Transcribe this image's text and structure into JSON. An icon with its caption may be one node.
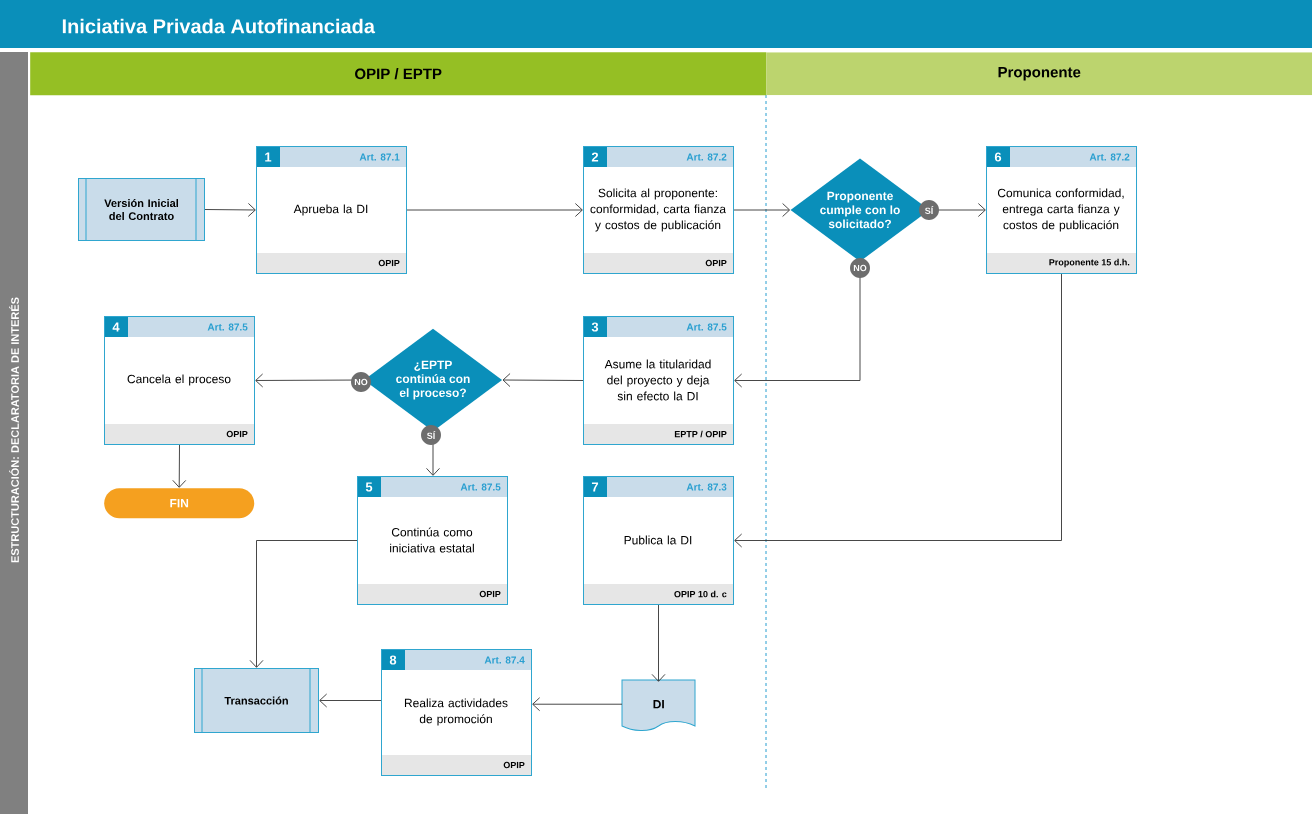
{
  "diagram": {
    "title": "Iniciativa Privada Autofinanciada",
    "nodes": [
      {
        "text": [
          "OPIP / EPTP"
        ]
      },
      {
        "text": [
          "Proponente"
        ]
      },
      {
        "text": [
          "ESTRUCTURACIÓN: DECLARATORIA DE INTERÉS"
        ]
      },
      {
        "text": [
          "Versión Inicial del Contrato"
        ]
      },
      {
        "text": [
          "1",
          "Art. 87.1",
          "Aprueba la DI",
          "OPIP"
        ]
      },
      {
        "text": [
          "2",
          "Art. 87.2",
          "Solicita al proponente: conformidad, carta fianza y costos de publicación",
          "OPIP"
        ]
      },
      {
        "text": [
          "Proponente cumple con lo solicitado?"
        ]
      },
      {
        "text": [
          "6",
          "Art. 87.2",
          "Comunica conformidad, entrega carta fianza y costos de publicación",
          "Proponente 15 d.h."
        ]
      },
      {
        "text": [
          "4",
          "Art. 87.5",
          "Cancela el proceso",
          "OPIP"
        ]
      },
      {
        "text": [
          "¿EPTP continúa con el proceso?"
        ]
      },
      {
        "text": [
          "3",
          "Art. 87.5",
          "Asume la titularidad del proyecto y deja sin efecto la DI",
          "EPTP / OPIP"
        ]
      },
      {
        "text": [
          "FIN"
        ]
      },
      {
        "text": [
          "5",
          "Art. 87.5",
          "Continúa como iniciativa estatal",
          "OPIP"
        ]
      },
      {
        "text": [
          "7",
          "Art. 87.3",
          "Publica la DI",
          "OPIP 10 d. c"
        ]
      },
      {
        "text": [
          "Transacción"
        ]
      },
      {
        "text": [
          "8",
          "Art. 87.4",
          "Realiza actividades de promoción",
          "OPIP"
        ]
      },
      {
        "text": [
          "DI"
        ]
      }
    ],
    "edges": [
      {
        "from": 3,
        "to": 4,
        "arrow": "to"
      },
      {
        "from": 4,
        "to": 5,
        "arrow": "to"
      },
      {
        "from": 5,
        "to": 6,
        "arrow": "to"
      },
      {
        "from": 6,
        "to": 7,
        "arrow": "to",
        "label": "SÍ"
      },
      {
        "from": 6,
        "to": 10,
        "arrow": "to",
        "label": "NO"
      },
      {
        "from": 10,
        "to": 9,
        "arrow": "to"
      },
      {
        "from": 9,
        "to": 8,
        "arrow": "to",
        "label": "NO"
      },
      {
        "from": 9,
        "to": 12,
        "arrow": "to",
        "label": "SÍ"
      },
      {
        "from": 8,
        "to": 11,
        "arrow": "to"
      },
      {
        "from": 7,
        "to": 13,
        "arrow": "to"
      },
      {
        "from": 12,
        "to": 14,
        "arrow": "to"
      },
      {
        "from": 13,
        "to": 16,
        "arrow": "to"
      },
      {
        "from": 16,
        "to": 15,
        "arrow": "to"
      },
      {
        "from": 15,
        "to": 14,
        "arrow": "to"
      }
    ]
  }
}
